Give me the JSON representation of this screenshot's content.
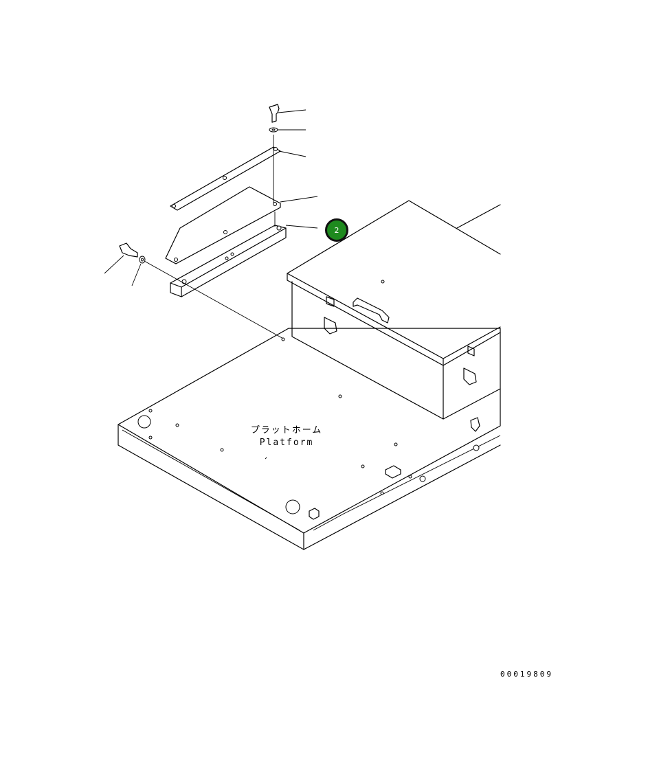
{
  "labels": {
    "platform_jp": "プラットホーム",
    "platform_en": "Platform"
  },
  "drawing_number": "00019809",
  "callouts": [
    {
      "number": "2",
      "color": "#1e8a1e"
    }
  ],
  "colors": {
    "line": "#000000",
    "background": "#ffffff"
  }
}
